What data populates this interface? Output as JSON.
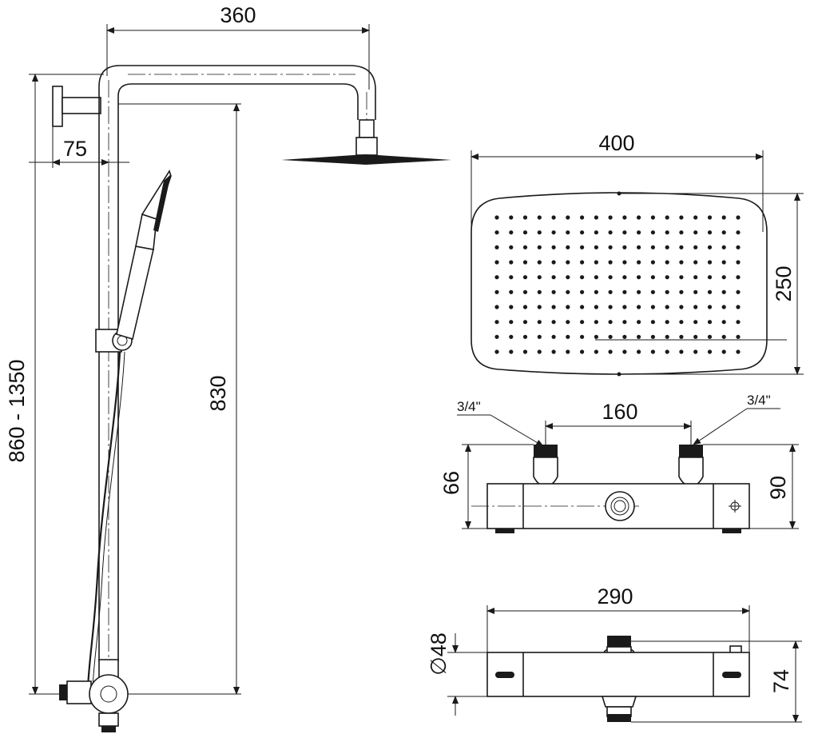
{
  "dimensions": {
    "arm_length": "360",
    "wall_offset": "75",
    "total_height": "860 - 1350",
    "head_height": "830",
    "head_width": "400",
    "head_depth": "250",
    "inlet_spacing": "160",
    "thread_left": "3/4\"",
    "thread_right": "3/4\"",
    "inlet_height": "66",
    "mixer_height": "90",
    "mixer_length": "290",
    "body_diameter": "∅48",
    "mixer_depth": "74"
  },
  "nozzle_grid": {
    "rows": 10,
    "cols": 18
  }
}
